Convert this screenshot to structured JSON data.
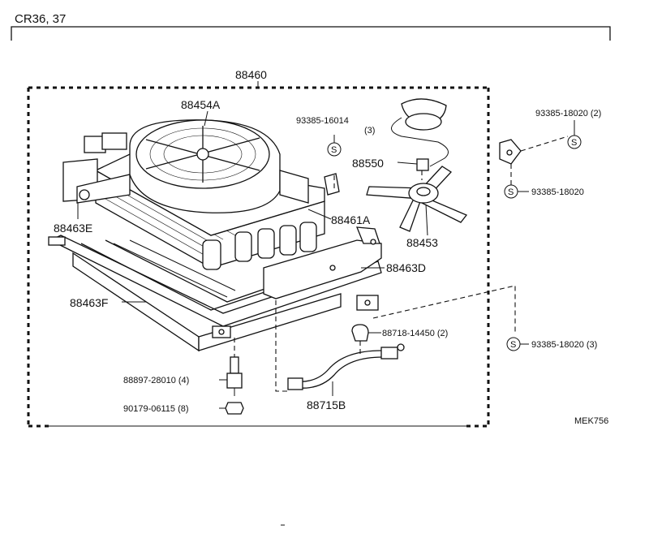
{
  "header": {
    "model": "CR36, 37"
  },
  "diagram": {
    "code": "MEK756",
    "assembly_label": "88460",
    "clip_symbol": "S",
    "parts": [
      {
        "id": "p-88454a",
        "label": "88454A"
      },
      {
        "id": "p-93385-16014",
        "label": "93385-16014"
      },
      {
        "id": "p-93385-16014-qty",
        "label": "(3)"
      },
      {
        "id": "p-88550",
        "label": "88550"
      },
      {
        "id": "p-88453",
        "label": "88453"
      },
      {
        "id": "p-93385-18020-a",
        "label": "93385-18020 (2)"
      },
      {
        "id": "p-93385-18020-b",
        "label": "93385-18020"
      },
      {
        "id": "p-93385-18020-c",
        "label": "93385-18020 (3)"
      },
      {
        "id": "p-88463e",
        "label": "88463E"
      },
      {
        "id": "p-88461a",
        "label": "88461A"
      },
      {
        "id": "p-88463d",
        "label": "88463D"
      },
      {
        "id": "p-88463f",
        "label": "88463F"
      },
      {
        "id": "p-88718-14450",
        "label": "88718-14450 (2)"
      },
      {
        "id": "p-88897-28010",
        "label": "88897-28010 (4)"
      },
      {
        "id": "p-90179-06115",
        "label": "90179-06115 (8)"
      },
      {
        "id": "p-88715b",
        "label": "88715B"
      }
    ]
  }
}
